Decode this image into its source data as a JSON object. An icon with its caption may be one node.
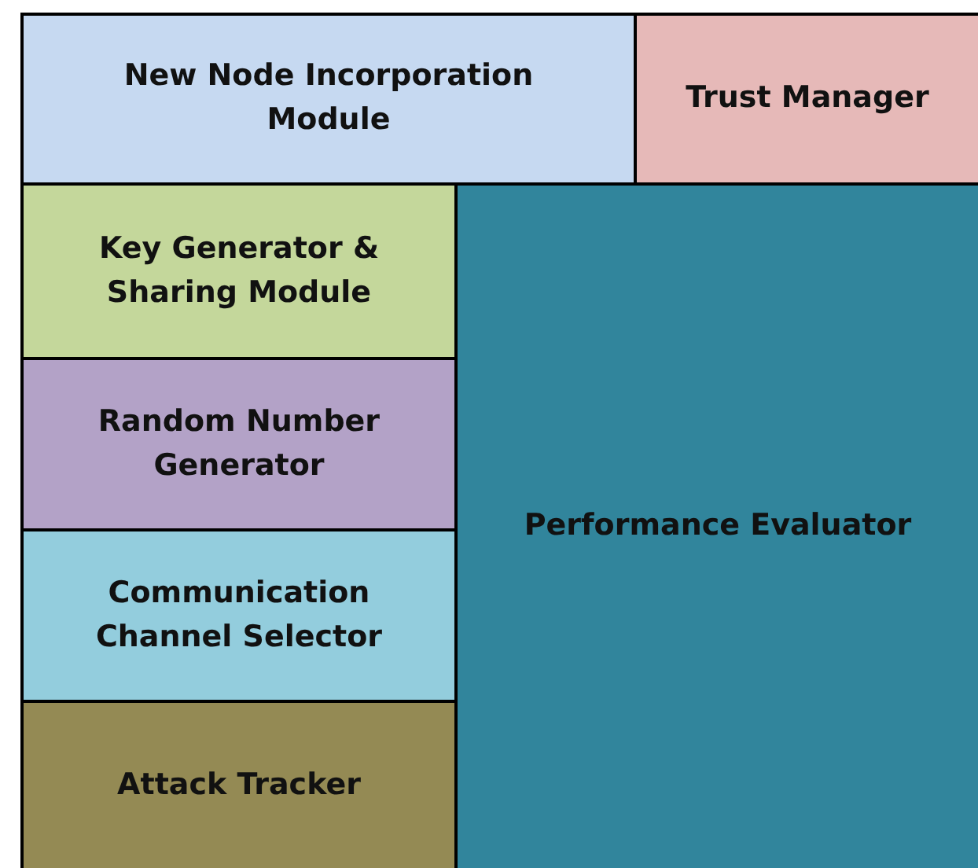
{
  "diagram": {
    "nodes": [
      {
        "text": [
          "New Node Incorporation Module"
        ]
      },
      {
        "text": [
          "Trust Manager"
        ]
      },
      {
        "text": [
          "Key Generator & Sharing Module"
        ]
      },
      {
        "text": [
          "Random Number Generator"
        ]
      },
      {
        "text": [
          "Communication Channel Selector"
        ]
      },
      {
        "text": [
          "Attack Tracker"
        ]
      },
      {
        "text": [
          "Performance Evaluator"
        ]
      }
    ]
  }
}
